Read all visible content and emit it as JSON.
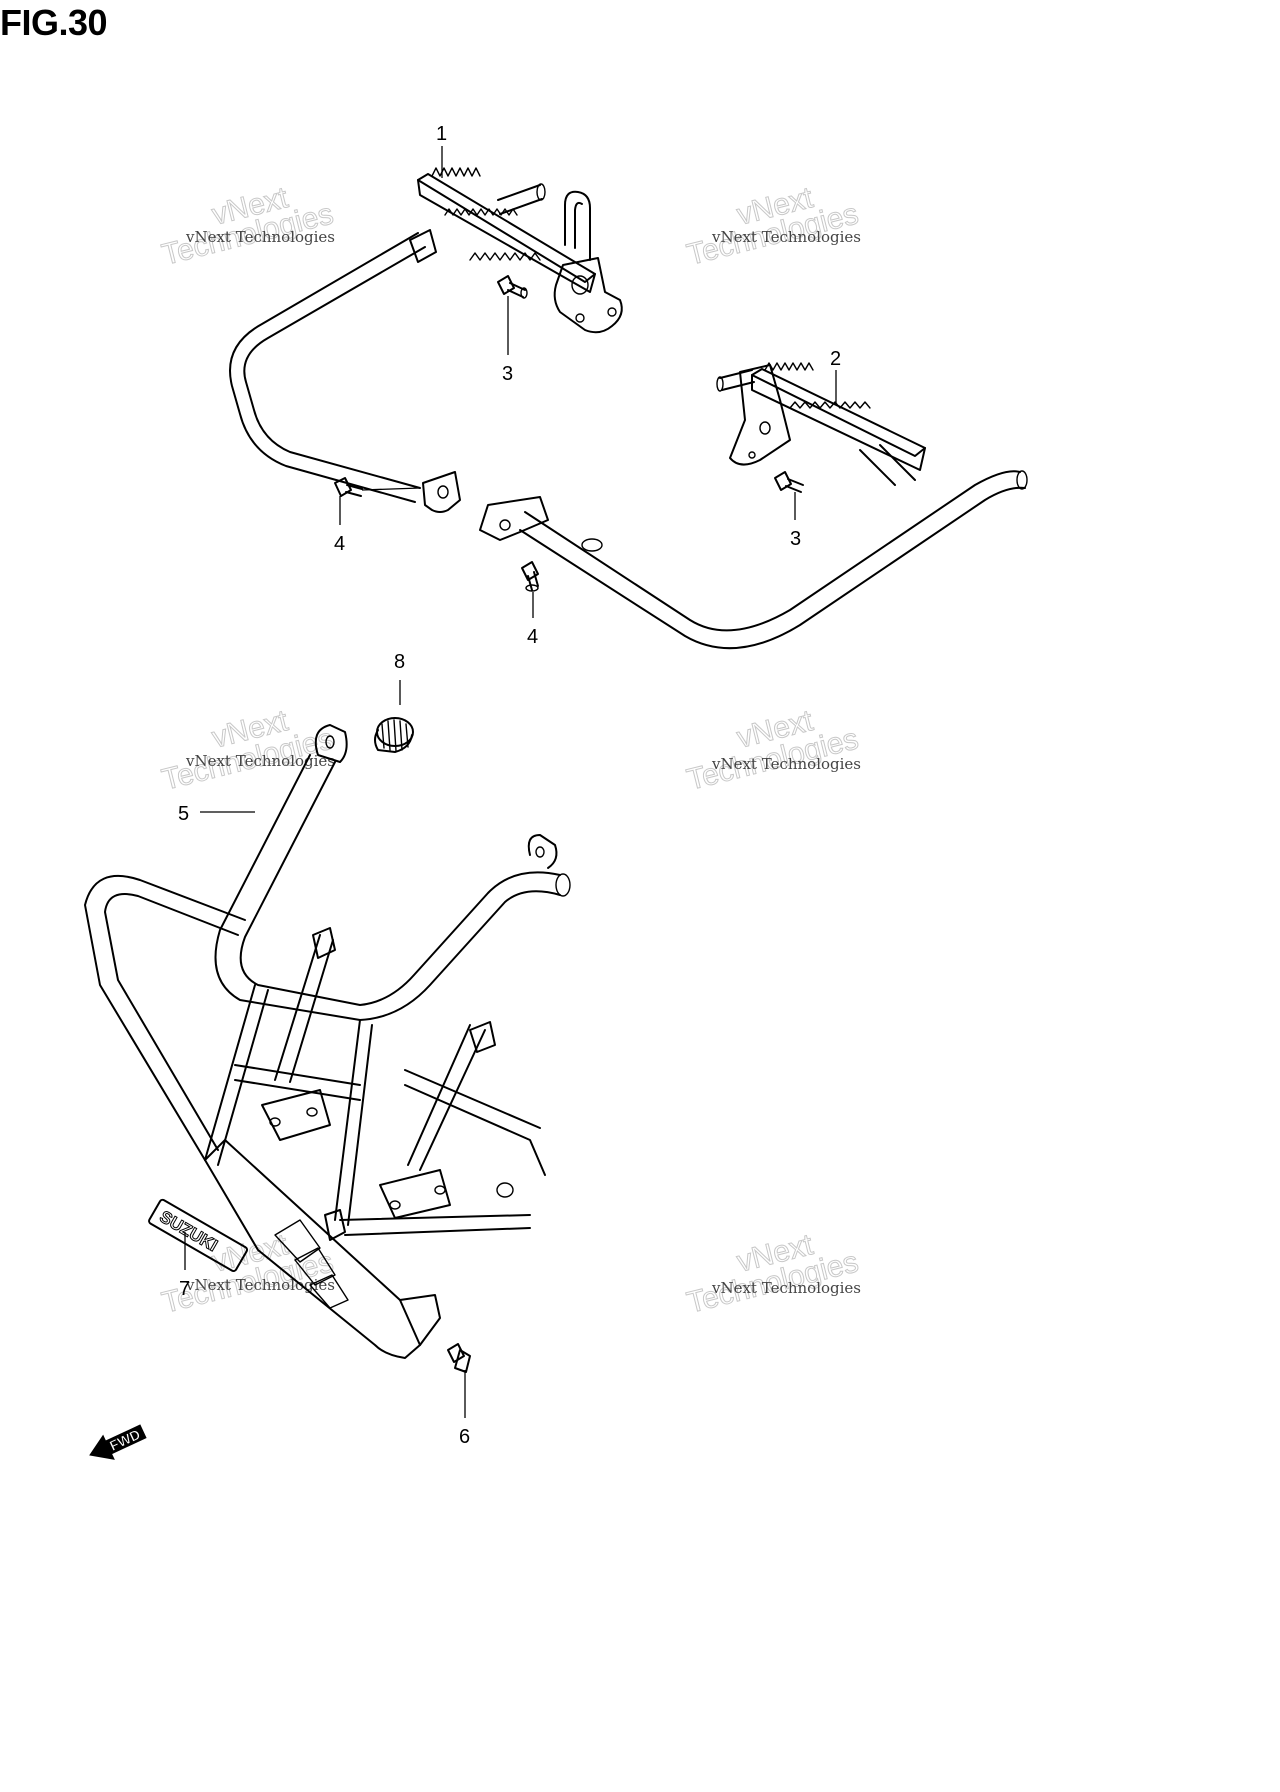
{
  "figure": {
    "title": "FIG.30"
  },
  "callouts": [
    {
      "id": "1",
      "label": "1"
    },
    {
      "id": "2",
      "label": "2"
    },
    {
      "id": "3a",
      "label": "3"
    },
    {
      "id": "3b",
      "label": "3"
    },
    {
      "id": "4a",
      "label": "4"
    },
    {
      "id": "4b",
      "label": "4"
    },
    {
      "id": "5",
      "label": "5"
    },
    {
      "id": "6",
      "label": "6"
    },
    {
      "id": "7",
      "label": "7"
    },
    {
      "id": "8",
      "label": "8"
    }
  ],
  "watermark": {
    "line1": "vNext",
    "line2": "Technologies",
    "caption": "vNext Technologies"
  },
  "emblem": {
    "text": "SUZUKI"
  },
  "fwd_arrow": {
    "text": "FWD"
  }
}
